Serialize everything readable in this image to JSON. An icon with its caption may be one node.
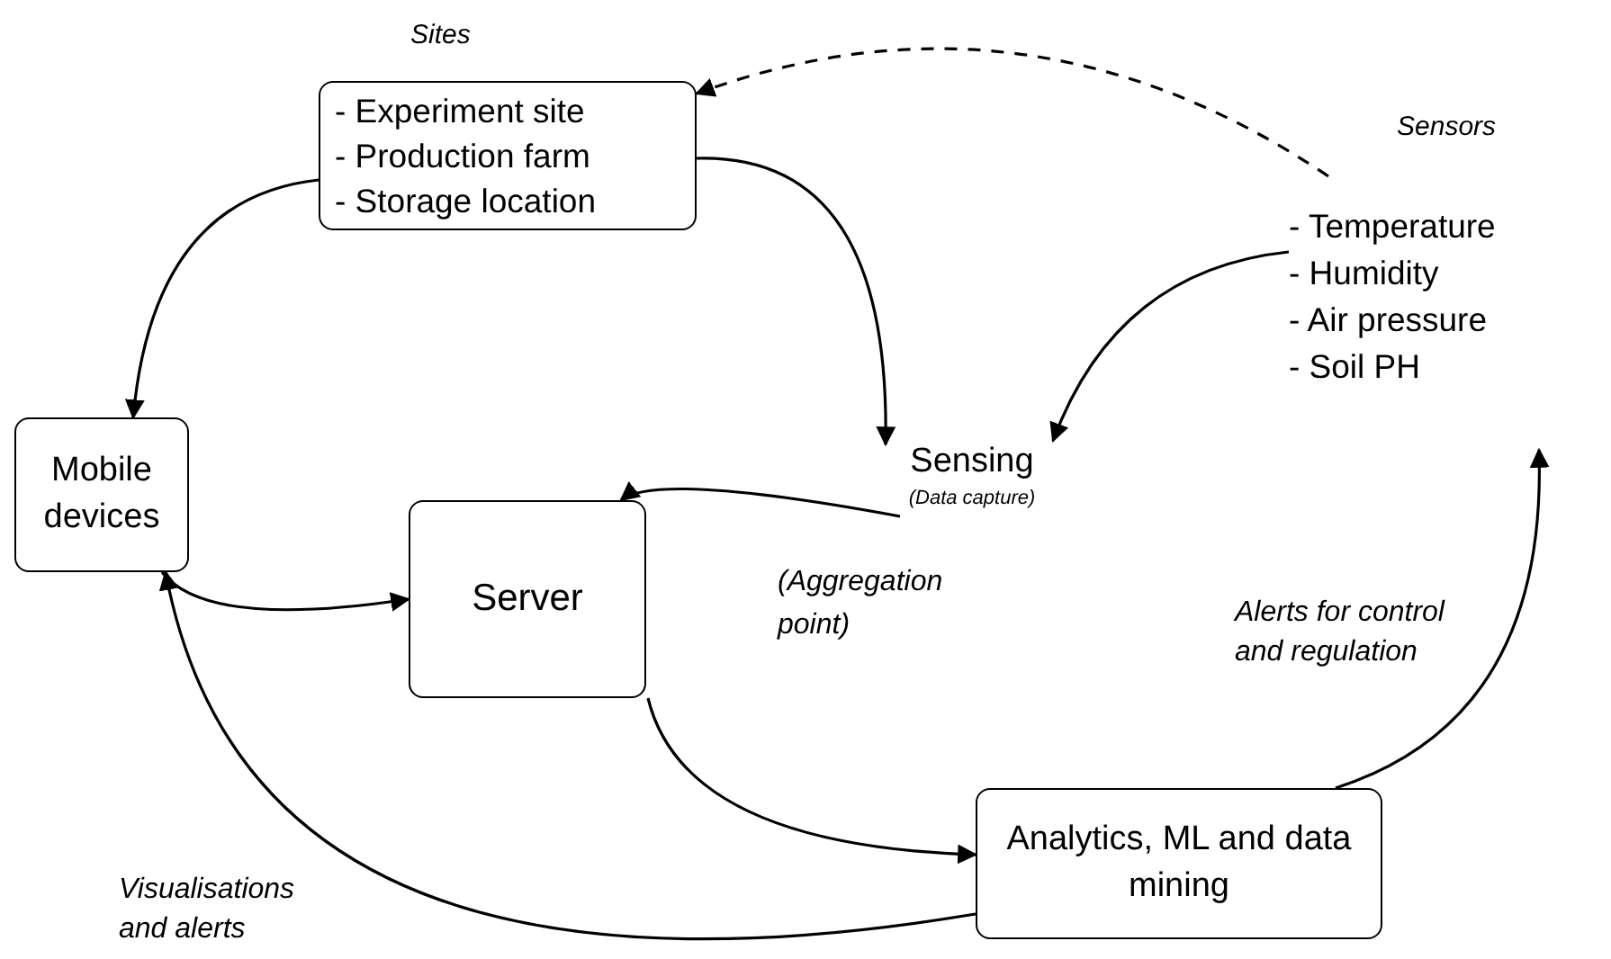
{
  "diagram": {
    "nodes": [
      {
        "text": [
          "Sites",
          "- Experiment site",
          "- Production farm",
          "- Storage location"
        ]
      },
      {
        "text": [
          "Sensors",
          "- Temperature",
          "- Humidity",
          "- Air pressure",
          "- Soil PH"
        ]
      },
      {
        "text": [
          "Sensing",
          "(Data capture)"
        ]
      },
      {
        "text": [
          "Mobile devices"
        ]
      },
      {
        "text": [
          "Server"
        ]
      },
      {
        "text": [
          "Analytics, ML and data mining"
        ]
      }
    ],
    "edges": [
      {
        "from": 1,
        "to": 0,
        "arrow": "to",
        "style": "dashed"
      },
      {
        "from": 0,
        "to": 2,
        "arrow": "to"
      },
      {
        "from": 1,
        "to": 2,
        "arrow": "to"
      },
      {
        "from": 0,
        "to": 3,
        "arrow": "to"
      },
      {
        "from": 2,
        "to": 4,
        "arrow": "to"
      },
      {
        "from": 3,
        "to": 4,
        "arrow": "to"
      },
      {
        "from": 4,
        "to": 5,
        "arrow": "to"
      },
      {
        "from": 5,
        "to": 3,
        "arrow": "to",
        "label": "Visualisations and alerts"
      },
      {
        "from": 5,
        "to": 1,
        "arrow": "to",
        "label": "Alerts for control and regulation"
      }
    ],
    "labels": [
      "(Aggregation point)"
    ]
  }
}
